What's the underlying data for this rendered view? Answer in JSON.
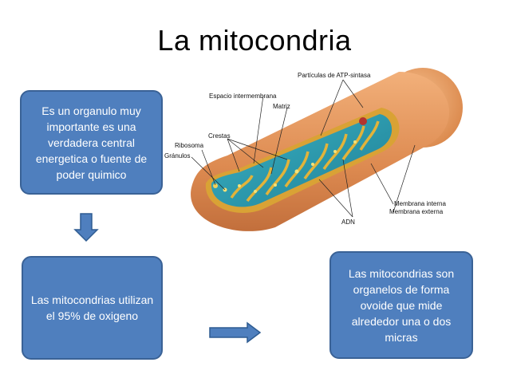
{
  "title": "La mitocondria",
  "boxes": {
    "box1": "Es un organulo muy importante es una verdadera central energetica o fuente de poder quimico",
    "box2": "Las mitocondrias utilizan el 95% de oxigeno",
    "box3": "Las mitocondrias son organelos de forma ovoide que mide alrededor una o dos micras"
  },
  "diagram_labels": {
    "atp": "Partículas de ATP-sintasa",
    "espacio": "Espacio intermembrana",
    "matriz": "Matriz",
    "crestas": "Crestas",
    "ribosoma": "Ribosoma",
    "granulos": "Gránulos",
    "membrana_interna": "Membrana interna",
    "membrana_externa": "Membrana externa",
    "adn": "ADN"
  },
  "colors": {
    "box_fill": "#4f7fbe",
    "arrow_fill": "#4f7fbe",
    "outer_membrane": "#e08a55",
    "inner_membrane": "#d6a23a",
    "matrix": "#2f9fb0"
  }
}
